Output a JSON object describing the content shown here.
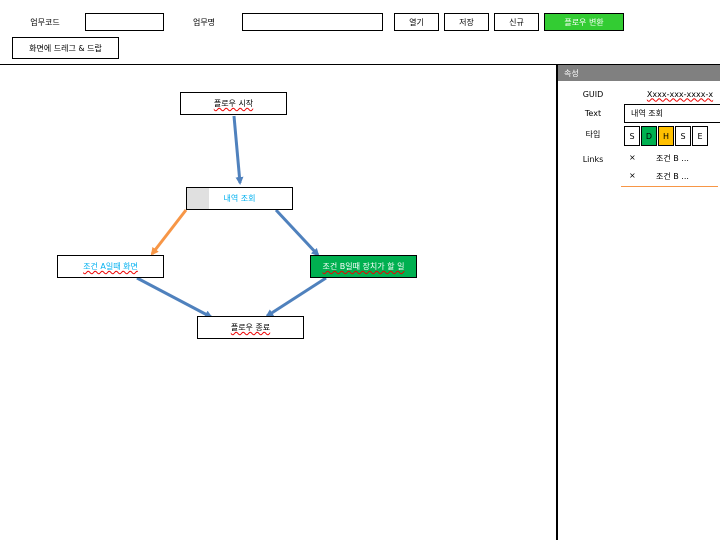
{
  "toolbar": {
    "task_code_label": "업무코드",
    "task_code_value": "",
    "task_name_label": "업무명",
    "task_name_value": "",
    "open_label": "열기",
    "save_label": "저장",
    "new_label": "신규",
    "convert_label": "플로우 변환",
    "dragdrop_label": "화면에 드레그 & 드랍"
  },
  "flow": {
    "start": "플로우 시작",
    "inquiry": "내역 조회",
    "cond_a": "조건 A일때 화면",
    "cond_b": "조건 B일때 장치가 할 일",
    "end": "플로우 종료"
  },
  "props": {
    "title": "속성",
    "guid_label": "GUID",
    "guid_value": "Xxxx-xxx-xxxx-x",
    "text_label": "Text",
    "text_value": "내역 조회",
    "type_label": "타입",
    "types": [
      "S",
      "D",
      "H",
      "S",
      "E"
    ],
    "links_label": "Links",
    "links": [
      {
        "remove": "×",
        "name": "조건 B ..."
      },
      {
        "remove": "×",
        "name": "조건 B ..."
      }
    ]
  },
  "colors": {
    "green": "#33cc33",
    "node_green": "#00b050",
    "yellow": "#ffc000",
    "blue_arrow": "#4f81bd",
    "orange_arrow": "#f79646",
    "link_text": "#00b0f0"
  }
}
